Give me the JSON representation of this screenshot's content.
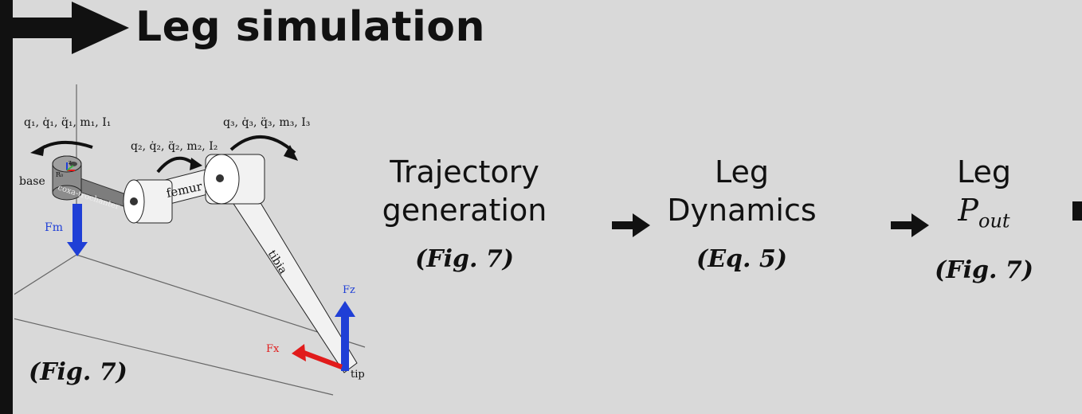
{
  "header": {
    "title": "Leg simulation"
  },
  "figure": {
    "ref": "(Fig. 7)",
    "labels": {
      "joint1": "q₁, q̇₁, q̈₁, m₁, I₁",
      "joint2": "q₂, q̇₂, q̈₂, m₂, I₂",
      "joint3": "q₃, q̇₃, q̈₃, m₃, I₃",
      "base": "base",
      "coxa": "coxa-trochanter",
      "femur": "femur",
      "tibia": "tibia",
      "fm": "Fm",
      "fz": "Fz",
      "fx": "Fx",
      "tip": "tip",
      "r0": "R₀",
      "z": "z"
    },
    "colors": {
      "blue": "#1f3fd6",
      "red": "#e11b1b",
      "link": "#f2f2f2",
      "coxa": "#8c8c8c"
    }
  },
  "stages": [
    {
      "line1": "Trajectory",
      "line2": "generation",
      "ref": "(Fig. 7)"
    },
    {
      "line1": "Leg",
      "line2": "Dynamics",
      "ref": "(Eq. 5)"
    },
    {
      "line1": "Leg",
      "line2_main": "P",
      "line2_sub": "out",
      "ref": "(Fig. 7)"
    }
  ]
}
